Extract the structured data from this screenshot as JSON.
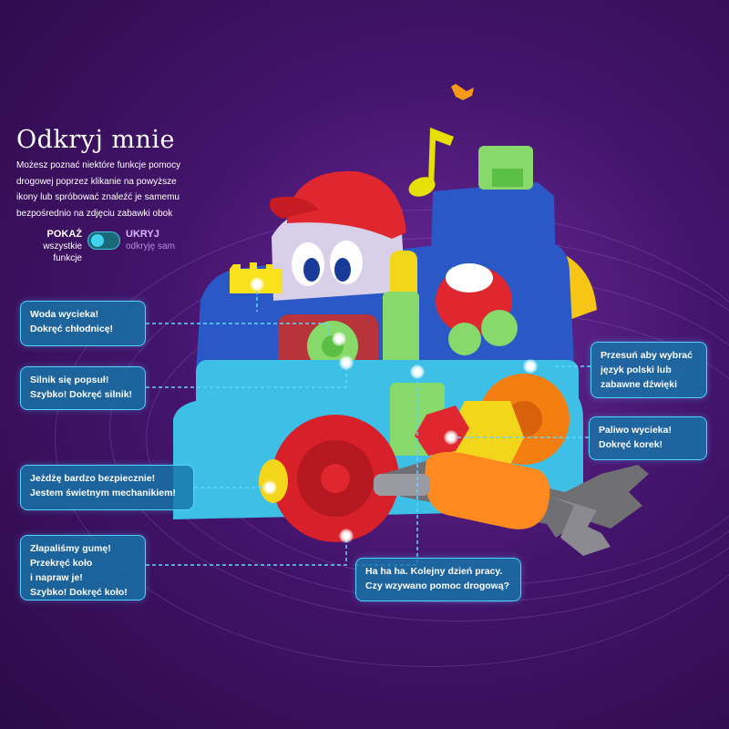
{
  "title": "Odkryj mnie",
  "intro": [
    "Możesz poznać niektóre funkcje pomocy",
    "drogowej poprzez klikanie na powyższe",
    "ikony lub spróbować znaleźć je samemu",
    "bezpośrednio na zdjęciu zabawki obok"
  ],
  "toggle": {
    "show_title": "POKAŻ",
    "show_sub": "wszystkie funkcje",
    "hide_title": "UKRYJ",
    "hide_sub": "odkryję sam",
    "accent": "#3fd3f0"
  },
  "callouts": [
    {
      "id": "radiator",
      "lines": [
        "Woda wycieka!",
        "Dokręć chłodnicę!"
      ]
    },
    {
      "id": "engine",
      "lines": [
        "Silnik się popsuł!",
        "Szybko! Dokręć silnik!"
      ]
    },
    {
      "id": "mechanic",
      "lines": [
        "Jeżdżę bardzo bezpiecznie!",
        "Jestem świetnym mechanikiem!"
      ]
    },
    {
      "id": "tyre",
      "lines": [
        "Złapaliśmy gumę!",
        "Przekręć koło",
        "i napraw je!",
        "Szybko! Dokręć koło!"
      ]
    },
    {
      "id": "language",
      "lines": [
        "Przesuń aby wybrać",
        "język polski lub",
        "zabawne dźwięki"
      ]
    },
    {
      "id": "fuel",
      "lines": [
        "Paliwo wycieka!",
        "Dokręć korek!"
      ]
    },
    {
      "id": "work",
      "lines": [
        "Ha ha ha. Kolejny dzień pracy.",
        "Czy wzywano pomoc drogową?"
      ]
    }
  ],
  "colors": {
    "callout_border": "#52d3ff",
    "callout_bg": "#1676aa",
    "background": "#43146b"
  }
}
